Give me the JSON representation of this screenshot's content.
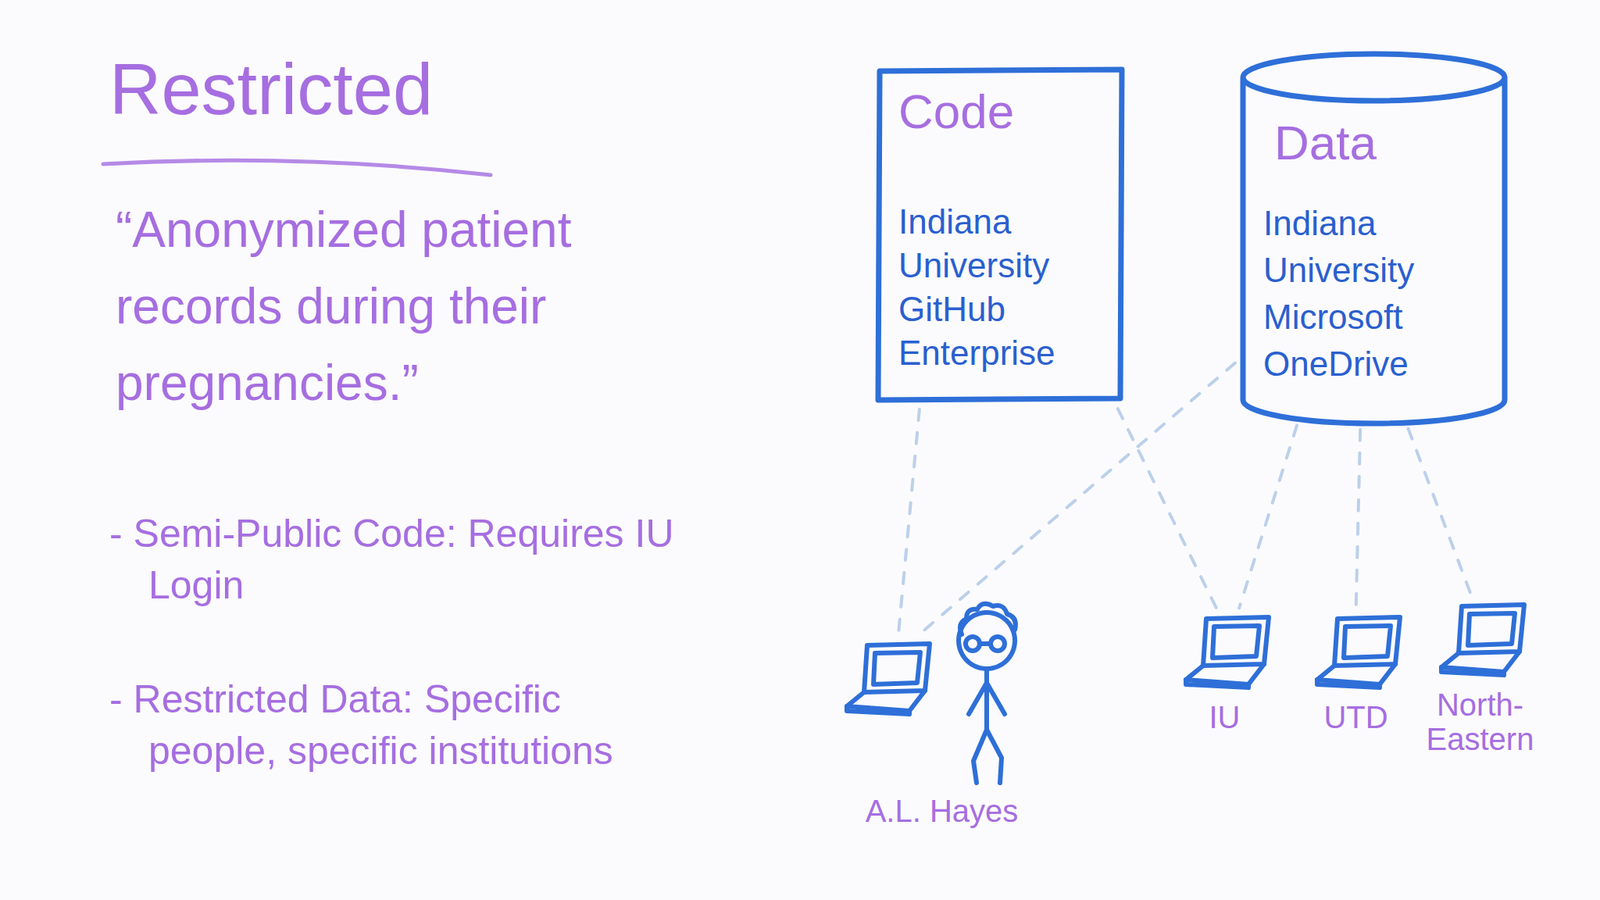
{
  "diagram": {
    "title": "Restricted",
    "nodes": [
      {
        "text": [
          "Code",
          "Indiana University GitHub Enterprise"
        ]
      },
      {
        "text": [
          "Data",
          "Indiana University Microsoft OneDrive"
        ]
      },
      {
        "text": [
          "A.L. Hayes"
        ]
      },
      {
        "text": [
          "IU"
        ]
      },
      {
        "text": [
          "UTD"
        ]
      },
      {
        "text": [
          "North-Eastern"
        ]
      }
    ],
    "edges": [
      {
        "from": 0,
        "to": 2,
        "arrow": "none"
      },
      {
        "from": 0,
        "to": 3,
        "arrow": "none"
      },
      {
        "from": 1,
        "to": 2,
        "arrow": "none"
      },
      {
        "from": 1,
        "to": 3,
        "arrow": "none"
      },
      {
        "from": 1,
        "to": 4,
        "arrow": "none"
      },
      {
        "from": 1,
        "to": 5,
        "arrow": "none"
      }
    ],
    "labels": [
      "“Anonymized patient records during their pregnancies.”",
      "- Semi-Public Code: Requires IU Login",
      "- Restricted Data: Specific people, specific institutions"
    ]
  }
}
